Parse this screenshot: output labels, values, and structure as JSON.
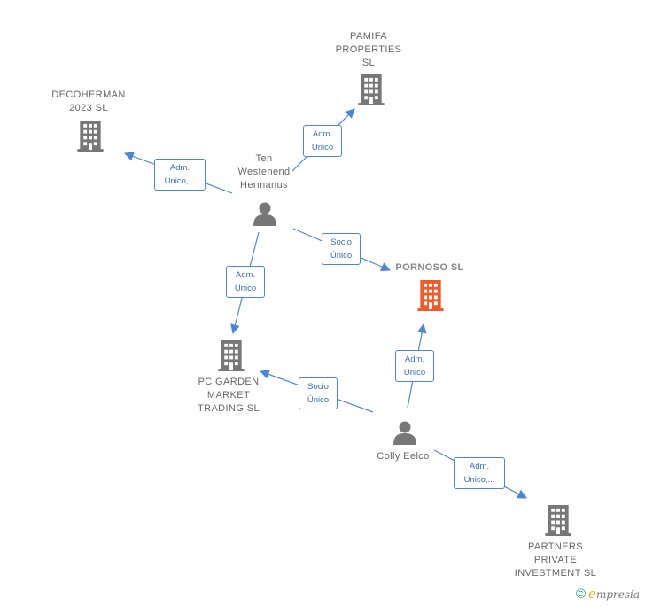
{
  "nodes": {
    "decoherman": {
      "lines": [
        "DECOHERMAN",
        "2023  SL"
      ]
    },
    "pamifa": {
      "lines": [
        "PAMIFA",
        "PROPERTIES",
        "SL"
      ]
    },
    "ten_westenend": {
      "lines": [
        "Ten",
        "Westenend",
        "Hermanus"
      ]
    },
    "pornoso": {
      "lines": [
        "PORNOSO  SL"
      ]
    },
    "pc_garden": {
      "lines": [
        "PC GARDEN",
        "MARKET",
        "TRADING  SL"
      ]
    },
    "colly_eelco": {
      "lines": [
        "Colly Eelco"
      ]
    },
    "partners": {
      "lines": [
        "PARTNERS",
        "PRIVATE",
        "INVESTMENT SL"
      ]
    }
  },
  "edges": {
    "e1": {
      "lines": [
        "Adm.",
        "Unico,..."
      ]
    },
    "e2": {
      "lines": [
        "Adm.",
        "Unico"
      ]
    },
    "e3": {
      "lines": [
        "Socio",
        "Único"
      ]
    },
    "e4": {
      "lines": [
        "Adm.",
        "Unico"
      ]
    },
    "e5": {
      "lines": [
        "Socio",
        "Único"
      ]
    },
    "e6": {
      "lines": [
        "Adm.",
        "Unico"
      ]
    },
    "e7": {
      "lines": [
        "Adm.",
        "Unico,..."
      ]
    }
  },
  "colors": {
    "edge": "#4a86d6",
    "company": "#777777",
    "highlight_company": "#f05a28",
    "person": "#777777"
  },
  "brand": {
    "copyright": "©",
    "e": "e",
    "rest": "mpresia"
  }
}
